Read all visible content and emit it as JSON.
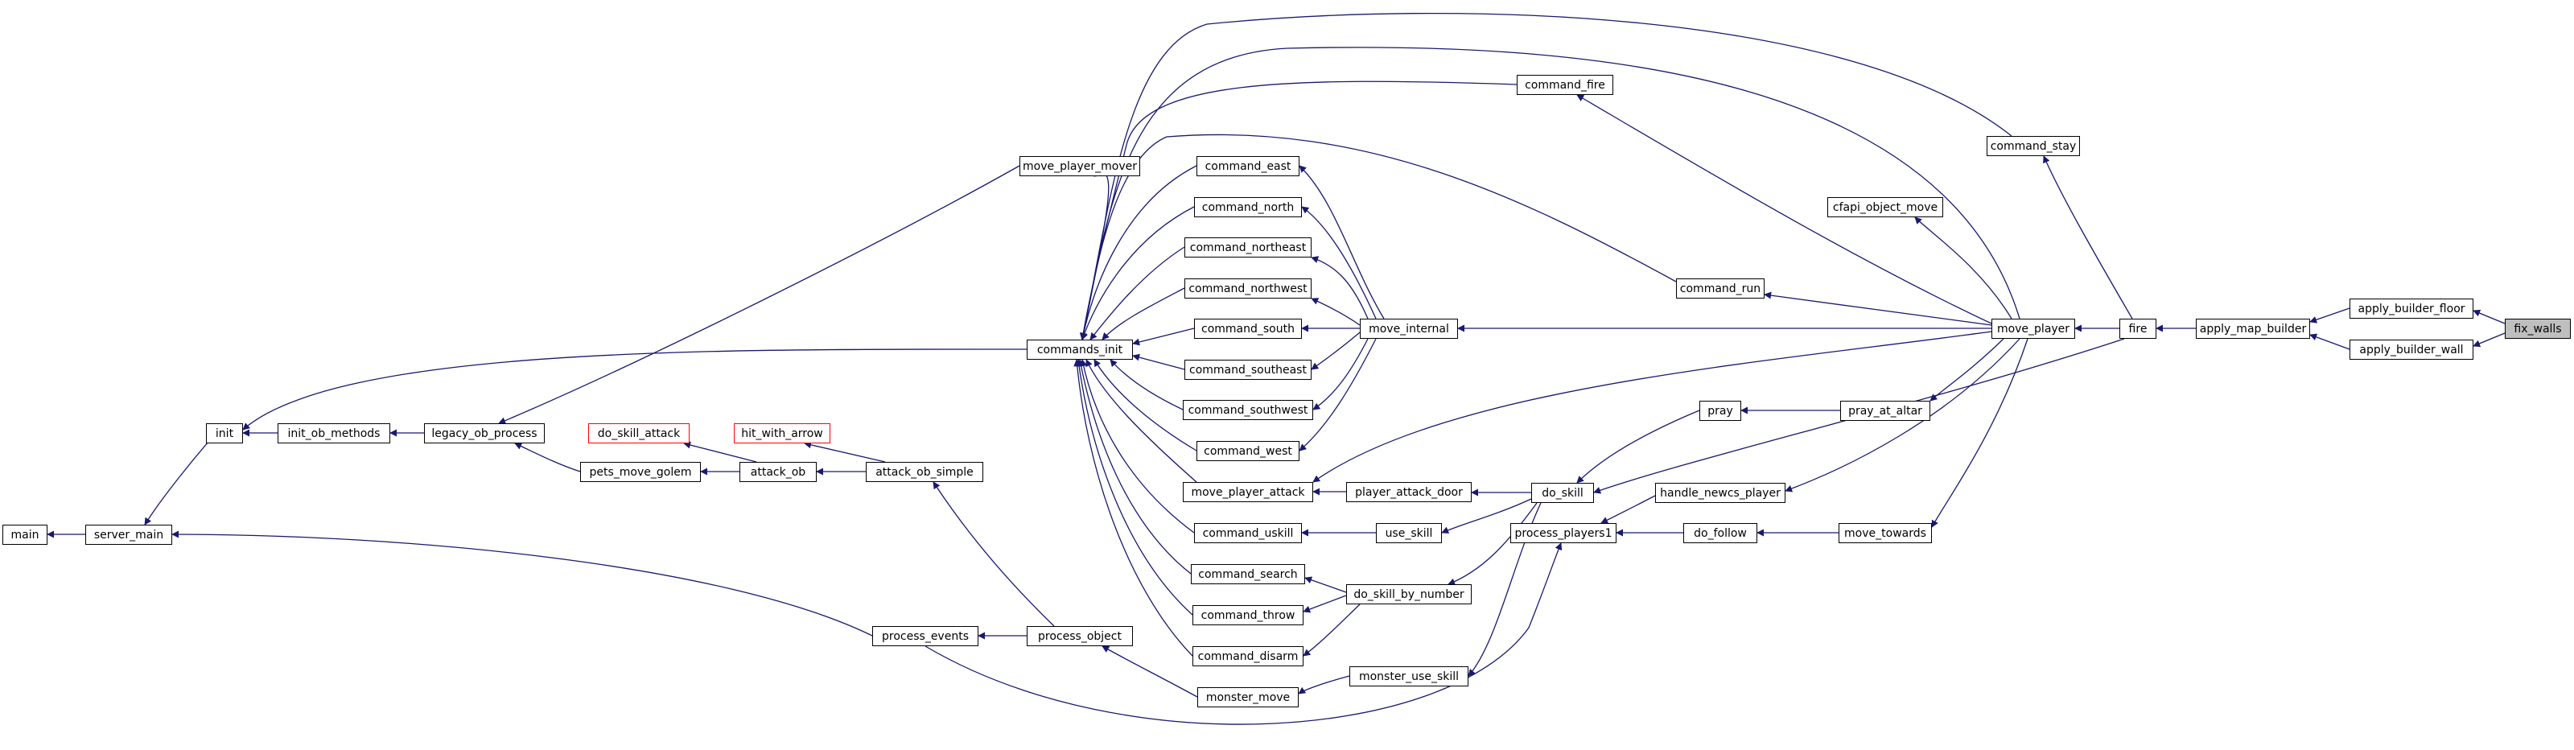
{
  "graph": {
    "nodes": {
      "main": "main",
      "server_main": "server_main",
      "init": "init",
      "init_ob_methods": "init_ob_methods",
      "legacy_ob_process": "legacy_ob_process",
      "pets_move_golem": "pets_move_golem",
      "do_skill_attack": "do_skill_attack",
      "hit_with_arrow": "hit_with_arrow",
      "attack_ob": "attack_ob",
      "attack_ob_simple": "attack_ob_simple",
      "process_events": "process_events",
      "process_object": "process_object",
      "move_player_mover": "move_player_mover",
      "commands_init": "commands_init",
      "command_east": "command_east",
      "command_north": "command_north",
      "command_northeast": "command_northeast",
      "command_northwest": "command_northwest",
      "command_south": "command_south",
      "command_southeast": "command_southeast",
      "command_southwest": "command_southwest",
      "command_west": "command_west",
      "move_player_attack": "move_player_attack",
      "command_uskill": "command_uskill",
      "command_search": "command_search",
      "command_throw": "command_throw",
      "command_disarm": "command_disarm",
      "monster_move": "monster_move",
      "command_fire": "command_fire",
      "move_internal": "move_internal",
      "player_attack_door": "player_attack_door",
      "use_skill": "use_skill",
      "do_skill_by_number": "do_skill_by_number",
      "monster_use_skill": "monster_use_skill",
      "do_skill": "do_skill",
      "process_players1": "process_players1",
      "command_run": "command_run",
      "pray": "pray",
      "do_follow": "do_follow",
      "handle_newcs_player": "handle_newcs_player",
      "pray_at_altar": "pray_at_altar",
      "move_towards": "move_towards",
      "cfapi_object_move": "cfapi_object_move",
      "move_player": "move_player",
      "command_stay": "command_stay",
      "fire": "fire",
      "apply_map_builder": "apply_map_builder",
      "apply_builder_floor": "apply_builder_floor",
      "apply_builder_wall": "apply_builder_wall",
      "fix_walls": "fix_walls"
    },
    "edge_color": "#191970",
    "highlight_fill": "#bfbfbf",
    "missing_border_color": "#ff0000"
  }
}
